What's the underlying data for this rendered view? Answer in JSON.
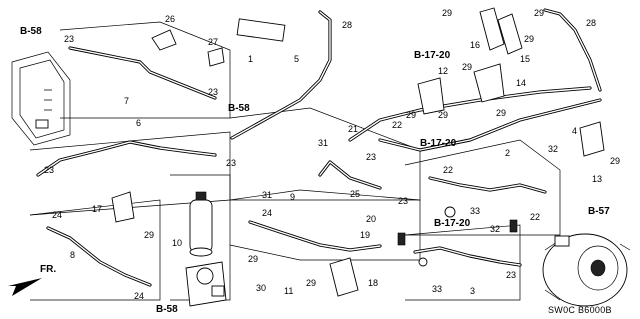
{
  "diagram": {
    "code": "SW0C B6000B",
    "direction_label": "FR.",
    "ref_labels": [
      "B-58",
      "B-58",
      "B-58",
      "B-17-20",
      "B-17-20",
      "B-17-20",
      "B-57"
    ],
    "callouts": [
      "1",
      "2",
      "3",
      "4",
      "5",
      "6",
      "7",
      "8",
      "9",
      "10",
      "11",
      "12",
      "13",
      "14",
      "15",
      "16",
      "17",
      "18",
      "19",
      "20",
      "21",
      "22",
      "22",
      "22",
      "23",
      "23",
      "23",
      "23",
      "23",
      "23",
      "23",
      "24",
      "24",
      "24",
      "25",
      "26",
      "27",
      "28",
      "28",
      "29",
      "29",
      "29",
      "29",
      "29",
      "29",
      "29",
      "29",
      "29",
      "29",
      "29",
      "30",
      "31",
      "31",
      "32",
      "32",
      "33",
      "33"
    ]
  }
}
